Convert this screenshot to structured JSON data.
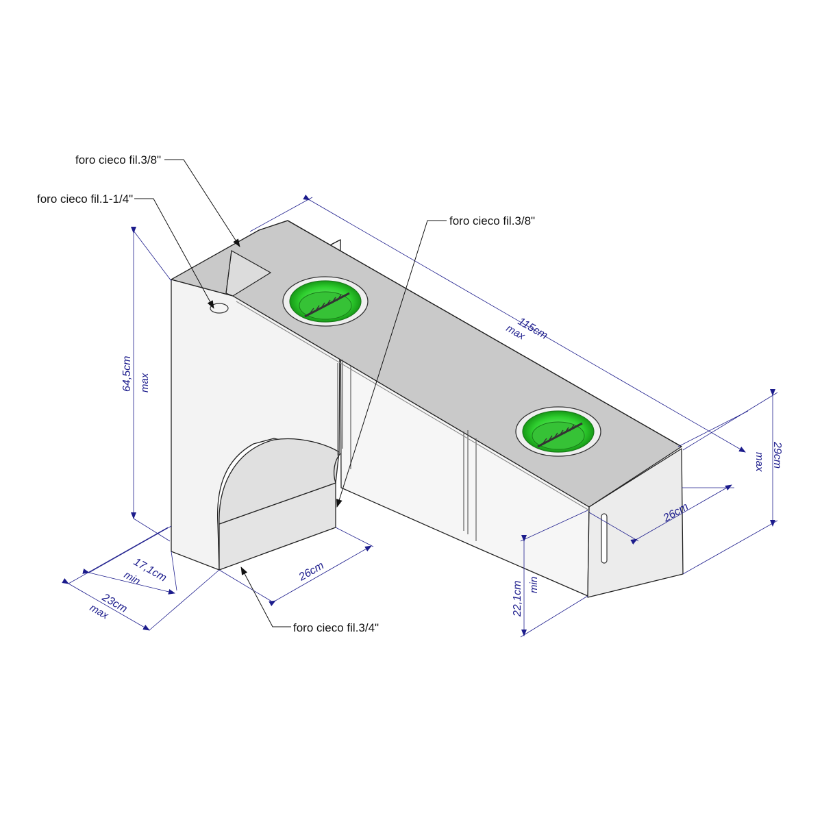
{
  "callouts": {
    "top_small_hole": "foro cieco fil.3/8\"",
    "side_hole": "foro cieco fil.1-1/4\"",
    "inner_arch_hole": "foro cieco fil.3/8\"",
    "bottom_hole": "foro cieco fil.3/4\""
  },
  "dimensions": {
    "length": "115cm",
    "length_note": "max",
    "height": "64,5cm",
    "height_note": "max",
    "end_height": "29cm",
    "end_height_note": "max",
    "end_width": "26cm",
    "foot_width": "26cm",
    "inner_height": "22,1cm",
    "inner_height_note": "min",
    "depth_min": "17,1cm",
    "depth_min_note": "min",
    "depth_max": "23cm",
    "depth_max_note": "max"
  },
  "colors": {
    "dimension_line": "#1c1c8c",
    "body_top": "#c8c8c8",
    "body_side": "#f1f1f1",
    "cap_green": "#3fd43f",
    "outline": "#222222"
  }
}
